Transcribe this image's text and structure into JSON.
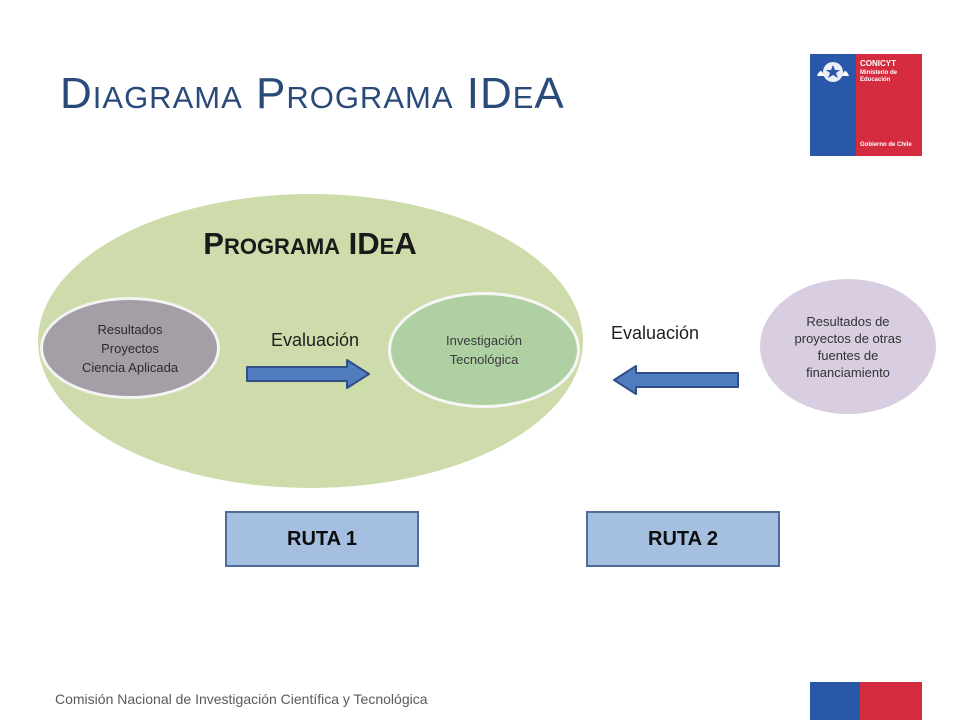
{
  "title": "Diagrama Programa IDeA",
  "logo": {
    "org": "CONICYT",
    "ministry_line1": "Ministerio de",
    "ministry_line2": "Educación",
    "government": "Gobierno de Chile"
  },
  "program": {
    "heading": "Programa IDeA",
    "node_ciencia": {
      "line1": "Resultados",
      "line2": "Proyectos",
      "line3": "Ciencia Aplicada"
    },
    "node_investigacion": {
      "line1": "Investigación",
      "line2": "Tecnológica"
    }
  },
  "external_node": {
    "line1": "Resultados de",
    "line2": "proyectos de otras",
    "line3": "fuentes de",
    "line4": "financiamiento"
  },
  "evaluation_label_1": "Evaluación",
  "evaluation_label_2": "Evaluación",
  "routes": {
    "route_1": "RUTA 1",
    "route_2": "RUTA 2"
  },
  "footer": "Comisión Nacional de Investigación Científica y Tecnológica",
  "colors": {
    "title": "#2a4a7a",
    "program_ellipse": "#cddcaa",
    "node_ciencia": "#a49fa6",
    "node_investigacion": "#aed0a3",
    "node_external": "#d8cde1",
    "arrow_fill": "#4f7dc0",
    "arrow_stroke": "#2f4f86",
    "route_fill": "#a5bfe0",
    "route_border": "#4f6d9a",
    "flag_blue": "#2a58a8",
    "flag_red": "#d52b3e"
  }
}
